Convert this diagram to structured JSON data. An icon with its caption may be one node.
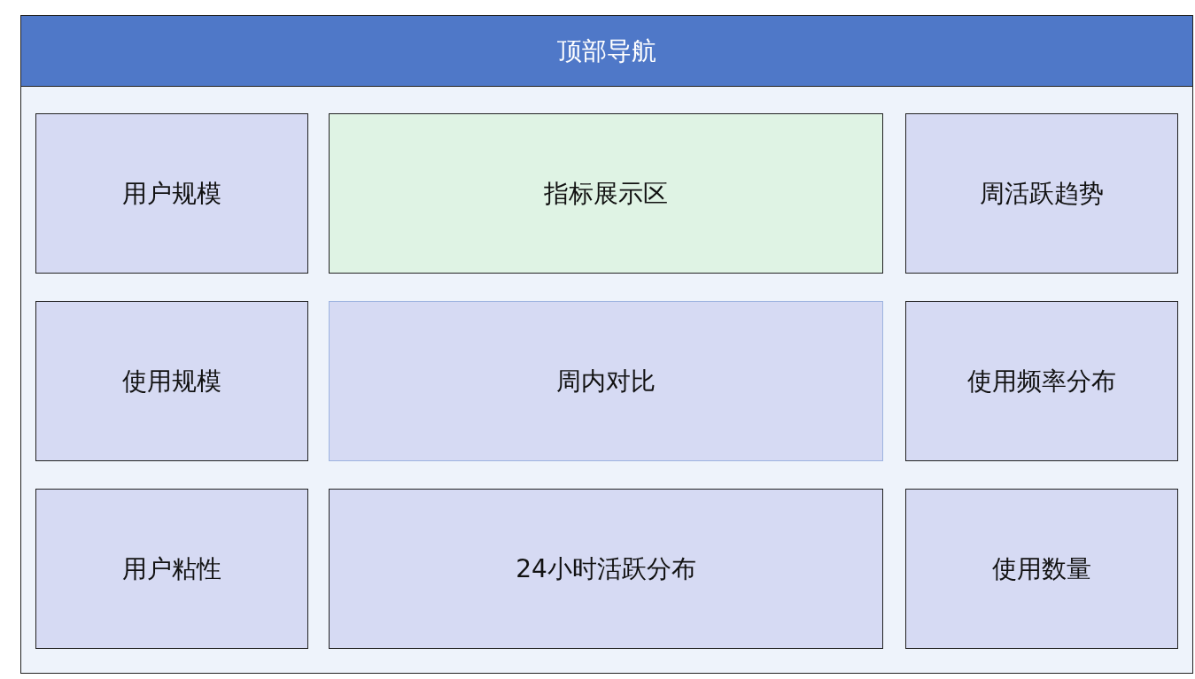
{
  "diagram": {
    "nodes": [
      {
        "text": [
          "顶部导航"
        ]
      },
      {
        "text": [
          "用户规模"
        ]
      },
      {
        "text": [
          "指标展示区"
        ]
      },
      {
        "text": [
          "周活跃趋势"
        ]
      },
      {
        "text": [
          "使用规模"
        ]
      },
      {
        "text": [
          "周内对比"
        ]
      },
      {
        "text": [
          "使用频率分布"
        ]
      },
      {
        "text": [
          "用户粘性"
        ]
      },
      {
        "text": [
          "24小时活跃分布"
        ]
      },
      {
        "text": [
          "使用数量"
        ]
      }
    ]
  }
}
